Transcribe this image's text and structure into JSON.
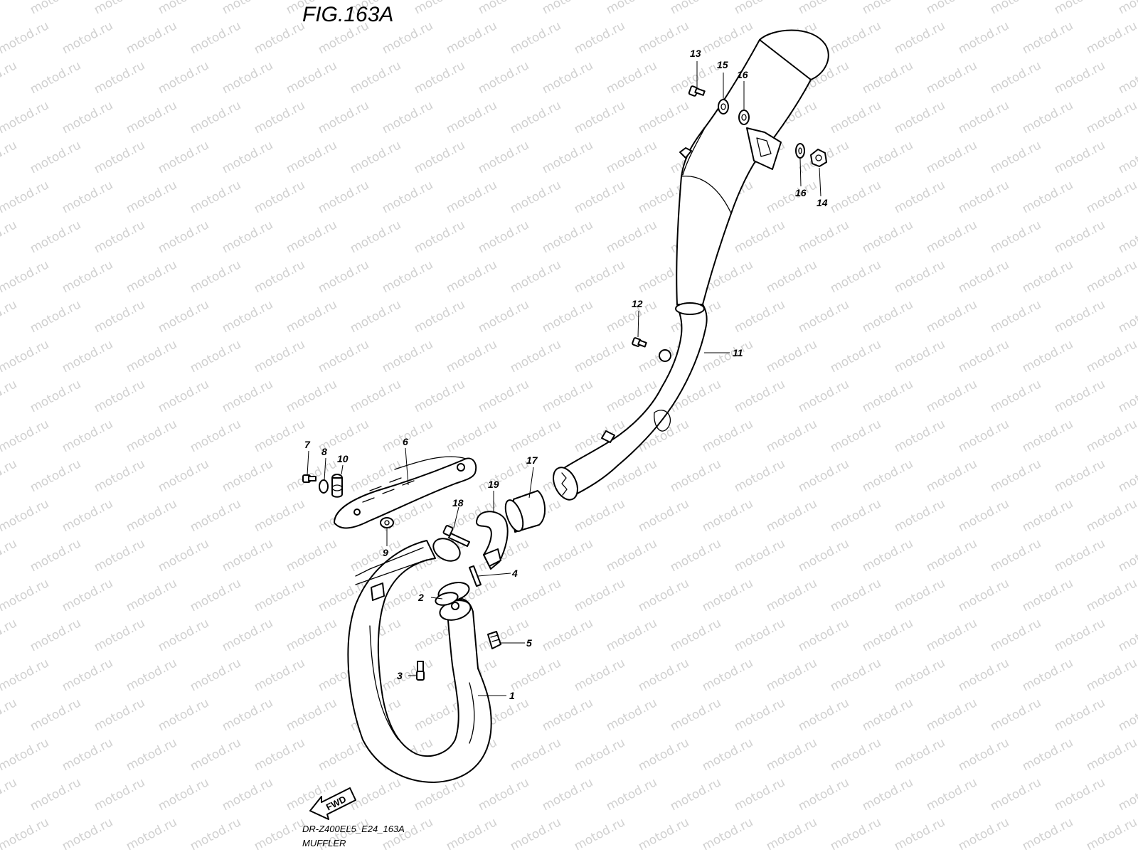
{
  "figure": {
    "title": "FIG.163A",
    "code": "DR-Z400EL5_E24_163A",
    "name": "MUFFLER"
  },
  "watermark": {
    "text": "motod.ru",
    "color": "#d0d0d0"
  },
  "fwd_label": "FWD",
  "callouts": [
    {
      "id": "c1",
      "number": "1"
    },
    {
      "id": "c2",
      "number": "2"
    },
    {
      "id": "c3",
      "number": "3"
    },
    {
      "id": "c4",
      "number": "4"
    },
    {
      "id": "c5",
      "number": "5"
    },
    {
      "id": "c6",
      "number": "6"
    },
    {
      "id": "c7",
      "number": "7"
    },
    {
      "id": "c8",
      "number": "8"
    },
    {
      "id": "c9",
      "number": "9"
    },
    {
      "id": "c10",
      "number": "10"
    },
    {
      "id": "c11",
      "number": "11"
    },
    {
      "id": "c12",
      "number": "12"
    },
    {
      "id": "c13",
      "number": "13"
    },
    {
      "id": "c14",
      "number": "14"
    },
    {
      "id": "c15",
      "number": "15"
    },
    {
      "id": "c16a",
      "number": "16"
    },
    {
      "id": "c16b",
      "number": "16"
    },
    {
      "id": "c17",
      "number": "17"
    },
    {
      "id": "c18",
      "number": "18"
    },
    {
      "id": "c19",
      "number": "19"
    }
  ]
}
